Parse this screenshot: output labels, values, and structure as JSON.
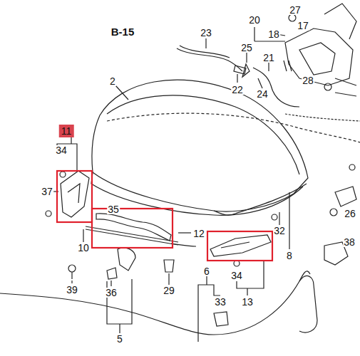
{
  "diagram": {
    "nodes": [
      {
        "text": [
          "11"
        ]
      }
    ],
    "labels": [
      "B-15",
      "23",
      "20",
      "27",
      "17",
      "18",
      "25",
      "21",
      "22",
      "24",
      "28",
      "2",
      "34",
      "37",
      "35",
      "12",
      "26",
      "32",
      "38",
      "10",
      "39",
      "36",
      "29",
      "6",
      "8",
      "33",
      "34",
      "13",
      "5"
    ]
  }
}
